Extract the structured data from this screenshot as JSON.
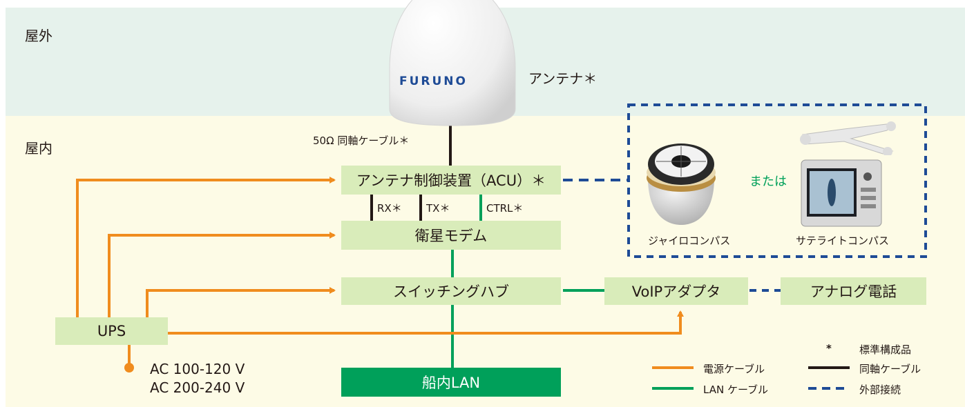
{
  "zones": {
    "outdoor": "屋外",
    "indoor": "屋内"
  },
  "antenna": {
    "brand": "FURUNO",
    "label": "アンテナ＊"
  },
  "cable_label": "50Ω 同軸ケーブル＊",
  "boxes": {
    "acu": "アンテナ制御装置（ACU）＊",
    "modem": "衛星モデム",
    "hub": "スイッチングハブ",
    "voip": "VoIPアダプタ",
    "phone": "アナログ電話",
    "ups": "UPS",
    "lan": "船内LAN"
  },
  "signals": {
    "rx": "RX＊",
    "tx": "TX＊",
    "ctrl": "CTRL＊"
  },
  "compass": {
    "gyro": "ジャイロコンパス",
    "or": "または",
    "satellite": "サテライトコンパス"
  },
  "power_input": {
    "line1": "AC 100-120 V",
    "line2": "AC 200-240 V"
  },
  "legend": {
    "std_mark": "*",
    "std": "標準構成品",
    "power": "電源ケーブル",
    "coax": "同軸ケーブル",
    "lan": "LAN ケーブル",
    "external": "外部接続"
  },
  "colors": {
    "power": "#f08c1e",
    "lan": "#00a05a",
    "coax": "#231815",
    "external": "#1e4b96",
    "box": "#d9ecba"
  }
}
